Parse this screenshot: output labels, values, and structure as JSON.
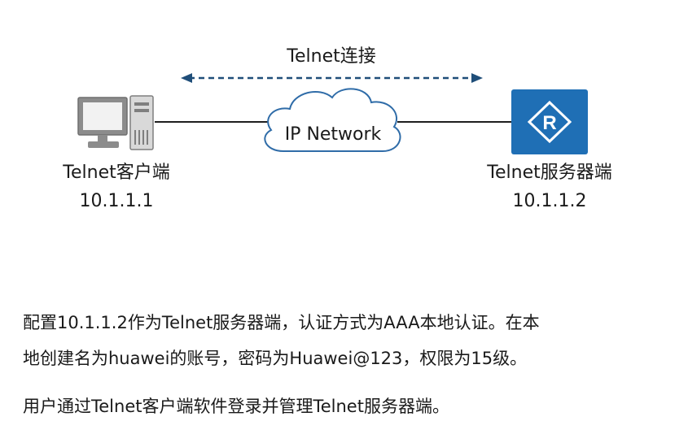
{
  "diagram": {
    "connection_label": "Telnet连接",
    "network_label": "IP Network",
    "client": {
      "name": "Telnet客户端",
      "ip": "10.1.1.1"
    },
    "server": {
      "name": "Telnet服务器端",
      "ip": "10.1.1.2"
    },
    "colors": {
      "link": "#1e1e1e",
      "dashed_arrow": "#1f4e79",
      "router_fill": "#1f6fb5",
      "pc_gray": "#7f7f7f",
      "cloud_stroke": "#2f6ca8"
    }
  },
  "description": {
    "line1": "配置10.1.1.2作为Telnet服务器端，认证方式为AAA本地认证。在本",
    "line2": "地创建名为huawei的账号，密码为Huawei@123，权限为15级。",
    "line3": "用户通过Telnet客户端软件登录并管理Telnet服务器端。"
  }
}
